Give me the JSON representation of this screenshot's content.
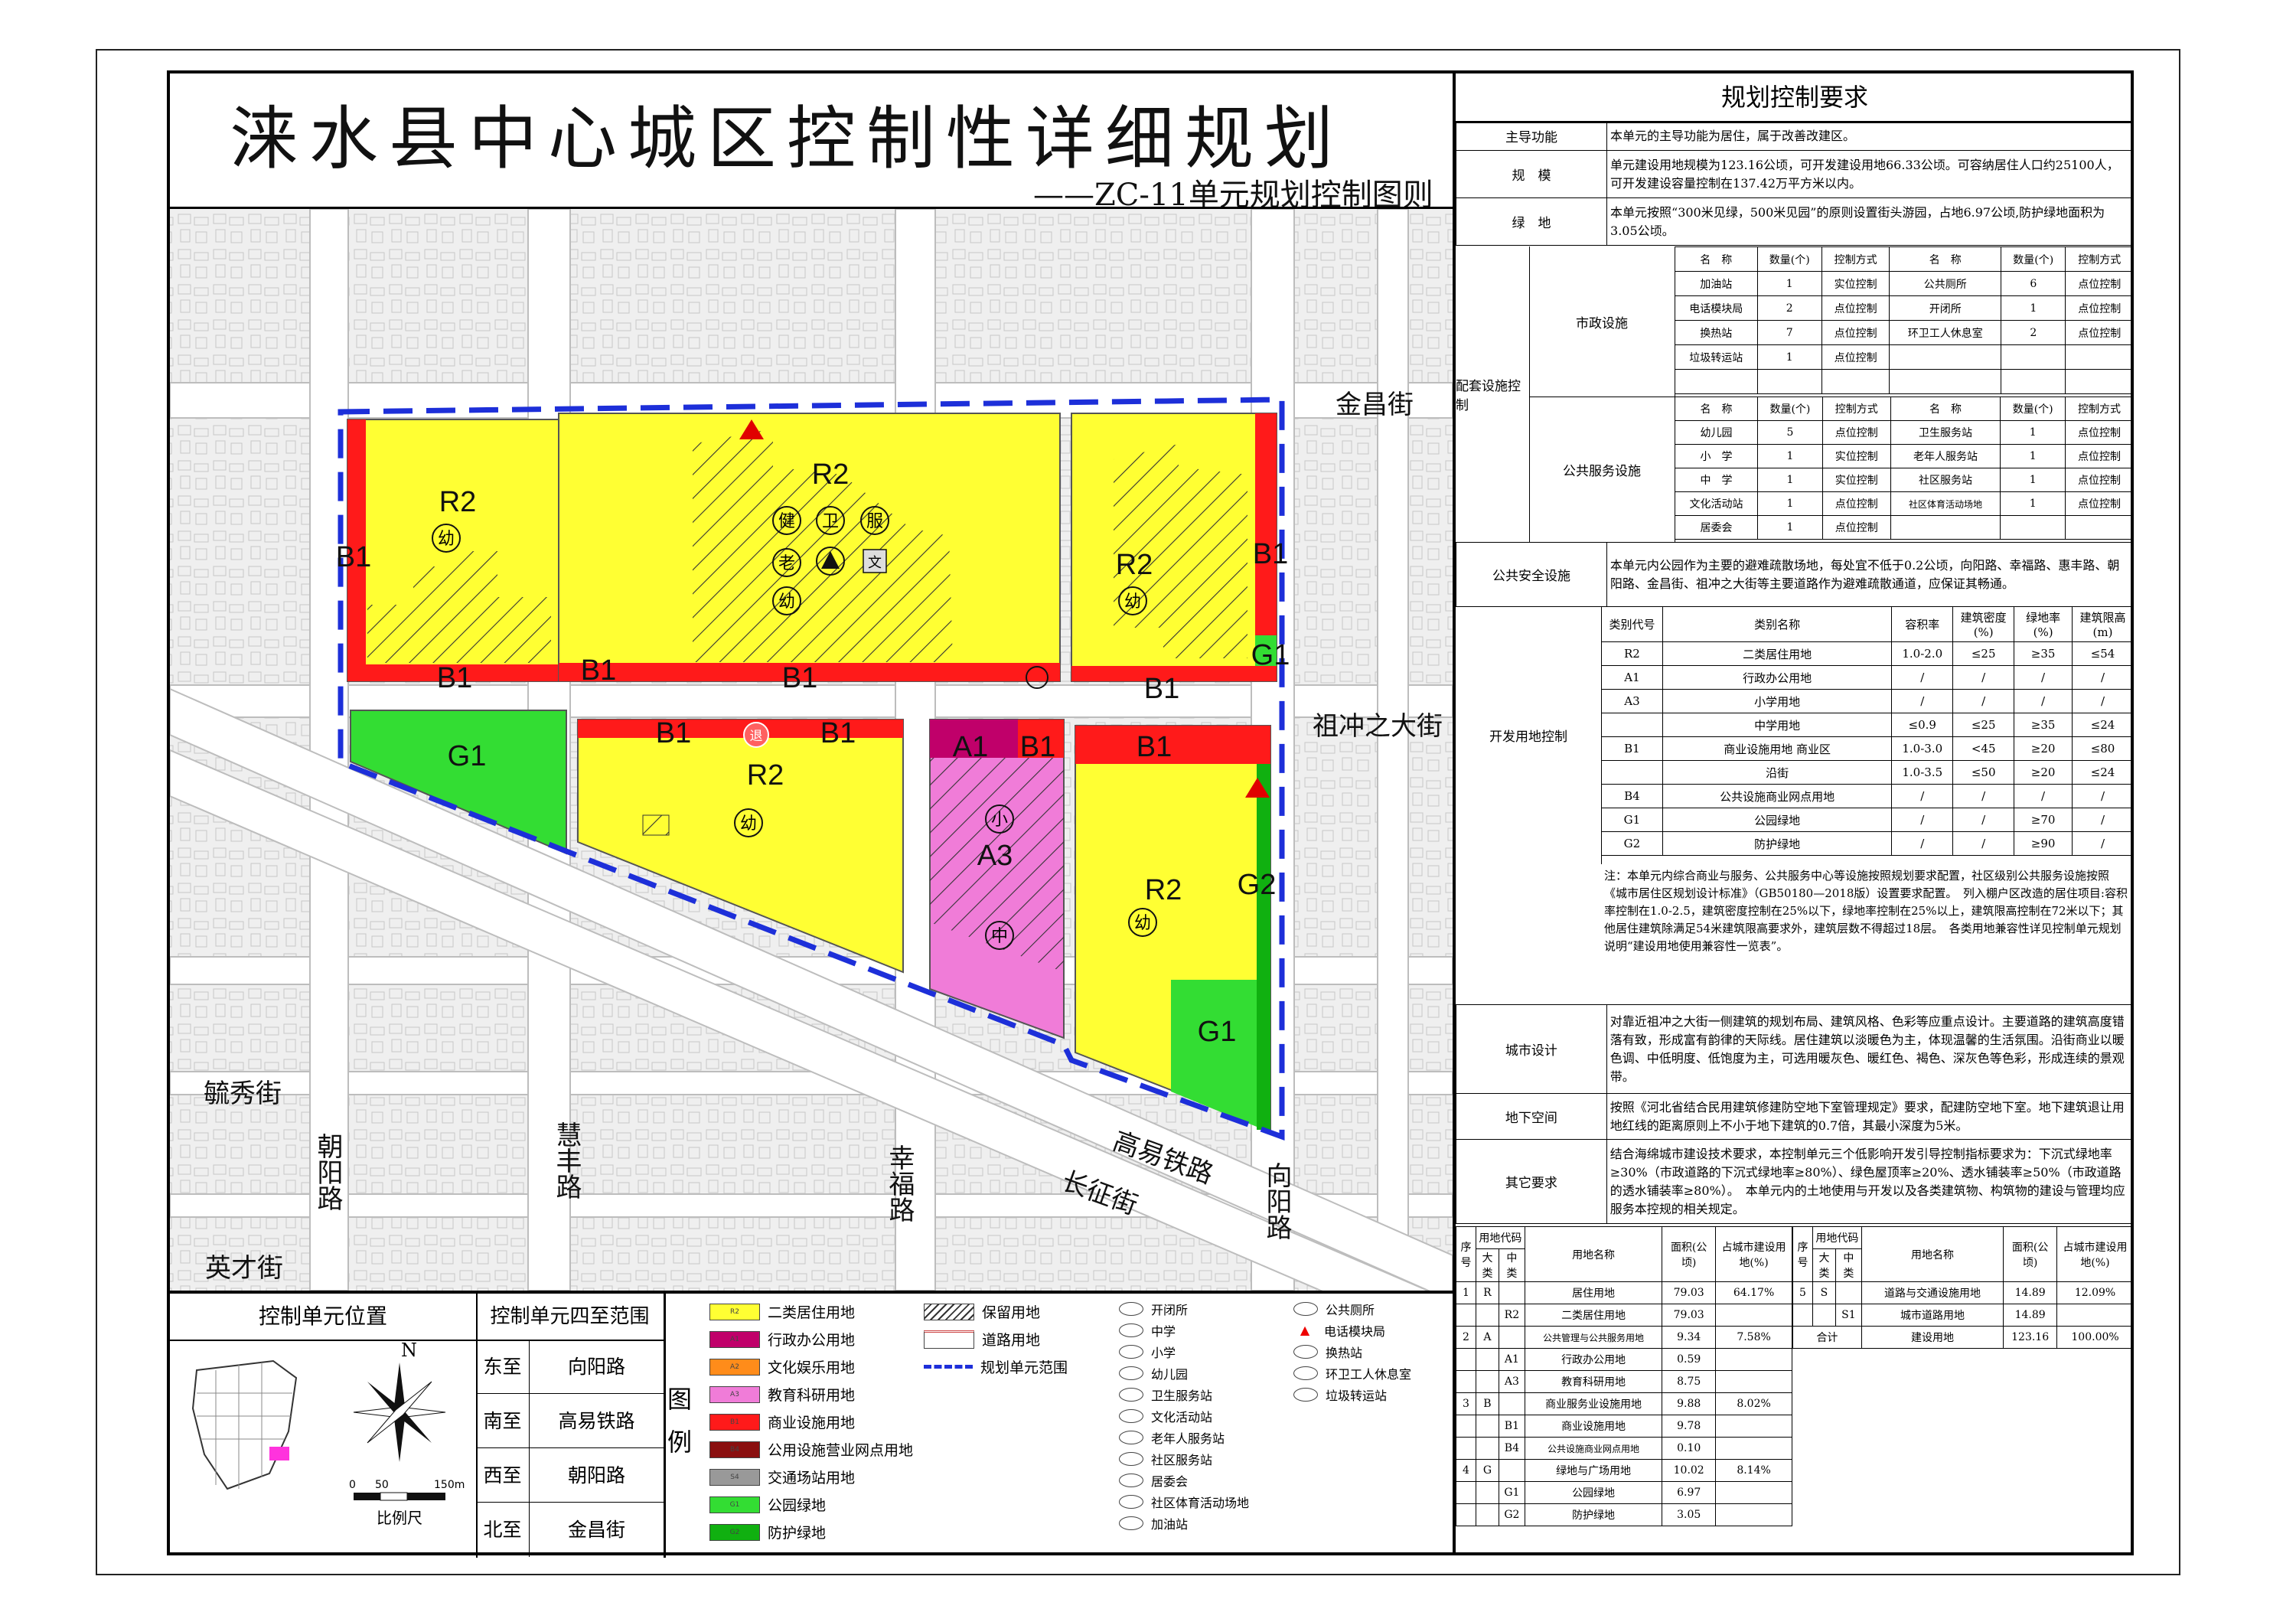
{
  "title": "涞水县中心城区控制性详细规划",
  "subtitle": "——ZC-11单元规划控制图则",
  "streets": {
    "jinchang": "金昌街",
    "zuchong": "祖冲之大街",
    "gaoyi": "高易铁路",
    "changzheng": "长征街",
    "xiangyang": "向阳路",
    "xingfu": "幸福路",
    "huifeng": "慧丰路",
    "chaoyang": "朝阳路",
    "yuxiu": "毓秀街",
    "yingcai": "英才街"
  },
  "land_labels": {
    "r2": "R2",
    "b1": "B1",
    "g1": "G1",
    "g2": "G2",
    "a1": "A1",
    "a3": "A3"
  },
  "facility_glyphs": {
    "you": "幼",
    "jian": "健",
    "lao": "老",
    "wei": "卫",
    "fu": "服",
    "wen": "文",
    "xiao": "小",
    "zhong": "中",
    "tui": "退"
  },
  "panel": {
    "heading": "规划控制要求",
    "function_label": "主导功能",
    "function_text": "本单元的主导功能为居住，属于改善改建区。",
    "scale_label": "规　模",
    "scale_text": "单元建设用地规模为123.16公顷，可开发建设用地66.33公顷。可容纳居住人口约25100人，可开发建设容量控制在137.42万平方米以内。",
    "green_label": "绿　地",
    "green_text": "本单元按照“300米见绿，500米见园”的原则设置街头游园，占地6.97公顷,防护绿地面积为3.05公顷。",
    "support_label": "配套设施控制",
    "muni_label": "市政设施",
    "public_label": "公共服务设施",
    "col_name": "名　称",
    "col_count": "数量(个)",
    "col_method": "控制方式",
    "muni_rows": [
      [
        "加油站",
        "1",
        "实位控制",
        "公共厕所",
        "6",
        "点位控制"
      ],
      [
        "电话模块局",
        "2",
        "点位控制",
        "开闭所",
        "1",
        "点位控制"
      ],
      [
        "换热站",
        "7",
        "点位控制",
        "环卫工人休息室",
        "2",
        "点位控制"
      ],
      [
        "垃圾转运站",
        "1",
        "点位控制",
        "",
        "",
        ""
      ]
    ],
    "public_rows": [
      [
        "幼儿园",
        "5",
        "点位控制",
        "卫生服务站",
        "1",
        "点位控制"
      ],
      [
        "小　学",
        "1",
        "实位控制",
        "老年人服务站",
        "1",
        "点位控制"
      ],
      [
        "中　学",
        "1",
        "实位控制",
        "社区服务站",
        "1",
        "点位控制"
      ],
      [
        "文化活动站",
        "1",
        "点位控制",
        "社区体育活动场地",
        "1",
        "点位控制"
      ],
      [
        "居委会",
        "1",
        "点位控制",
        "",
        "",
        ""
      ]
    ],
    "safety_label": "公共安全设施",
    "safety_text": "本单元内公园作为主要的避难疏散场地，每处宜不低于0.2公顷，向阳路、幸福路、惠丰路、朝阳路、金昌街、祖冲之大街等主要道路作为避难疏散通道，应保证其畅通。",
    "dev_label": "开发用地控制",
    "dev_head": [
      "类别代号",
      "类别名称",
      "容积率",
      "建筑密度(%)",
      "绿地率(%)",
      "建筑限高(m)"
    ],
    "dev_rows": [
      [
        "R2",
        "二类居住用地",
        "1.0-2.0",
        "≤25",
        "≥35",
        "≤54"
      ],
      [
        "A1",
        "行政办公用地",
        "/",
        "/",
        "/",
        "/"
      ],
      [
        "A3",
        "小学用地",
        "/",
        "/",
        "/",
        "/"
      ],
      [
        "",
        "中学用地",
        "≤0.9",
        "≤25",
        "≥35",
        "≤24"
      ],
      [
        "B1",
        "商业设施用地 商业区",
        "1.0-3.0",
        "<45",
        "≥20",
        "≤80"
      ],
      [
        "",
        "沿街",
        "1.0-3.5",
        "≤50",
        "≥20",
        "≤24"
      ],
      [
        "B4",
        "公共设施商业网点用地",
        "/",
        "/",
        "/",
        "/"
      ],
      [
        "G1",
        "公园绿地",
        "/",
        "/",
        "≥70",
        "/"
      ],
      [
        "G2",
        "防护绿地",
        "/",
        "/",
        "≥90",
        "/"
      ]
    ],
    "dev_note": "注：本单元内综合商业与服务、公共服务中心等设施按照规划要求配置，社区级别公共服务设施按照《城市居住区规划设计标准》（GB50180—2018版）设置要求配置。　列入棚户区改造的居住项目:容积率控制在1.0-2.5，建筑密度控制在25%以下，绿地率控制在25%以上，建筑限高控制在72米以下；其他居住建筑除满足54米建筑限高要求外，建筑层数不得超过18层。　各类用地兼容性详见控制单元规划说明“建设用地使用兼容性一览表”。",
    "design_label": "城市设计",
    "design_text": "对靠近祖冲之大街一侧建筑的规划布局、建筑风格、色彩等应重点设计。主要道路的建筑高度错落有致，形成富有韵律的天际线。居住建筑以淡暖色为主，体现温馨的生活氛围。沿街商业以暖色调、中低明度、低饱度为主，可选用暖灰色、暖红色、褐色、深灰色等色彩，形成连续的景观带。",
    "underground_label": "地下空间",
    "underground_text": "按照《河北省结合民用建筑修建防空地下室管理规定》要求，配建防空地下室。地下建筑退让用地红线的距离原则上不小于地下建筑的0.7倍，其最小深度为5米。",
    "other_label": "其它要求",
    "other_text": "结合海绵城市建设技术要求，本控制单元三个低影响开发引导控制指标要求为：下沉式绿地率≥30%（市政道路的下沉式绿地率≥80%）、绿色屋顶率≥20%、透水铺装率≥50%（市政道路的透水铺装率≥80%）。　本单元内的土地使用与开发以及各类建筑物、构筑物的建设与管理均应服务本控规的相关规定。"
  },
  "summary": {
    "head": [
      "序号",
      "用地代码",
      "用地名称",
      "面积(公顷)",
      "占城市建设用地(%)"
    ],
    "sub_head": [
      "大类",
      "中类"
    ],
    "left_rows": [
      [
        "1",
        "R",
        "",
        "居住用地",
        "79.03",
        "64.17%"
      ],
      [
        "",
        "",
        "R2",
        "二类居住用地",
        "79.03",
        ""
      ],
      [
        "2",
        "A",
        "",
        "公共管理与公共服务用地",
        "9.34",
        "7.58%"
      ],
      [
        "",
        "",
        "A1",
        "行政办公用地",
        "0.59",
        ""
      ],
      [
        "",
        "",
        "A3",
        "教育科研用地",
        "8.75",
        ""
      ],
      [
        "3",
        "B",
        "",
        "商业服务业设施用地",
        "9.88",
        "8.02%"
      ],
      [
        "",
        "",
        "B1",
        "商业设施用地",
        "9.78",
        ""
      ],
      [
        "",
        "",
        "B4",
        "公共设施商业网点用地",
        "0.10",
        ""
      ],
      [
        "4",
        "G",
        "",
        "绿地与广场用地",
        "10.02",
        "8.14%"
      ],
      [
        "",
        "",
        "G1",
        "公园绿地",
        "6.97",
        ""
      ],
      [
        "",
        "",
        "G2",
        "防护绿地",
        "3.05",
        ""
      ]
    ],
    "right_rows": [
      [
        "5",
        "S",
        "",
        "道路与交通设施用地",
        "14.89",
        "12.09%"
      ],
      [
        "",
        "",
        "S1",
        "城市道路用地",
        "14.89",
        ""
      ]
    ],
    "total_label": "合计",
    "total_name": "建设用地",
    "total_area": "123.16",
    "total_pct": "100.00%"
  },
  "legend": {
    "location_title": "控制单元位置",
    "range_title": "控制单元四至范围",
    "range": [
      [
        "东至",
        "向阳路"
      ],
      [
        "南至",
        "高易铁路"
      ],
      [
        "西至",
        "朝阳路"
      ],
      [
        "北至",
        "金昌街"
      ]
    ],
    "north": "N",
    "scale_label": "比例尺",
    "scale_ticks": [
      "0",
      "50",
      "150m"
    ],
    "legend_word": "图　例",
    "land_uses": [
      {
        "code": "R2",
        "name": "二类居住用地",
        "color": "#ffff33"
      },
      {
        "code": "A1",
        "name": "行政办公用地",
        "color": "#c0006a"
      },
      {
        "code": "A2",
        "name": "文化娱乐用地",
        "color": "#ff8c1a"
      },
      {
        "code": "A3",
        "name": "教育科研用地",
        "color": "#f07cd8"
      },
      {
        "code": "B1",
        "name": "商业设施用地",
        "color": "#ff1a1a"
      },
      {
        "code": "B4",
        "name": "公用设施营业网点用地",
        "color": "#8a0f0f"
      },
      {
        "code": "S4",
        "name": "交通场站用地",
        "color": "#999999"
      },
      {
        "code": "G1",
        "name": "公园绿地",
        "color": "#33dd33"
      },
      {
        "code": "G2",
        "name": "防护绿地",
        "color": "#10b010"
      }
    ],
    "lines": [
      "保留用地",
      "道路用地",
      "规划单元范围"
    ],
    "facilities": [
      "开闭所",
      "中学",
      "小学",
      "幼儿园",
      "卫生服务站",
      "文化活动站",
      "老年人服务站",
      "社区服务站",
      "居委会",
      "社区体育活动场地",
      "加油站"
    ],
    "facilities2": [
      "公共厕所",
      "电话模块局",
      "换热站",
      "环卫工人休息室",
      "垃圾转运站"
    ]
  }
}
